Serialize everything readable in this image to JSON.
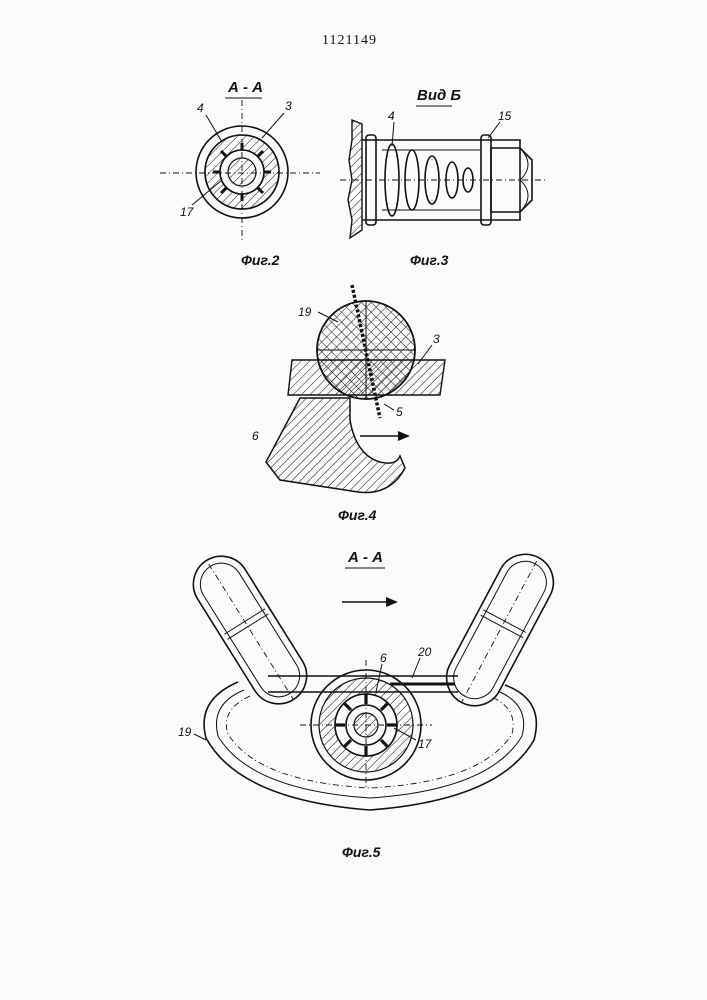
{
  "header": {
    "patent_number": "1121149"
  },
  "fig2": {
    "section_label": "А - А",
    "caption": "Фиг.2",
    "callouts": [
      "4",
      "3",
      "17"
    ]
  },
  "fig3": {
    "view_label": "Вид Б",
    "caption": "Фиг.3",
    "callouts": [
      "4",
      "15"
    ]
  },
  "fig4": {
    "caption": "Фиг.4",
    "callouts": [
      "19",
      "3",
      "5",
      "6"
    ]
  },
  "fig5": {
    "section_label": "А - А",
    "caption": "Фиг.5",
    "callouts": [
      "6",
      "20",
      "19",
      "17"
    ]
  }
}
